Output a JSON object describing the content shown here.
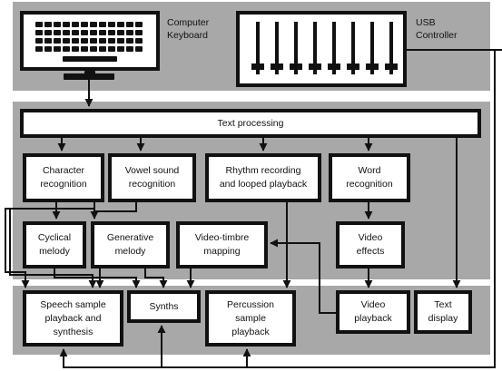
{
  "devices": {
    "keyboard_label": "Computer\nKeyboard",
    "controller_label": "USB\nController"
  },
  "boxes": {
    "text_processing": "Text processing",
    "character_recognition": "Character\nrecognition",
    "vowel_sound_recognition": "Vowel sound\nrecognition",
    "rhythm_recording": "Rhythm recording\nand looped playback",
    "word_recognition": "Word\nrecognition",
    "cyclical_melody": "Cyclical\nmelody",
    "generative_melody": "Generative\nmelody",
    "video_timbre_mapping": "Video-timbre\nmapping",
    "video_effects": "Video\neffects",
    "speech_sample": "Speech sample\nplayback and\nsynthesis",
    "synths": "Synths",
    "percussion_sample": "Percussion\nsample\nplayback",
    "video_playback": "Video\nplayback",
    "text_display": "Text\ndisplay"
  },
  "colors": {
    "band": "#a8a8a8",
    "box_border": "#111111",
    "box_fill": "#ffffff"
  },
  "icons": {
    "keyboard": "keyboard-icon",
    "controller": "fader-controller-icon"
  }
}
